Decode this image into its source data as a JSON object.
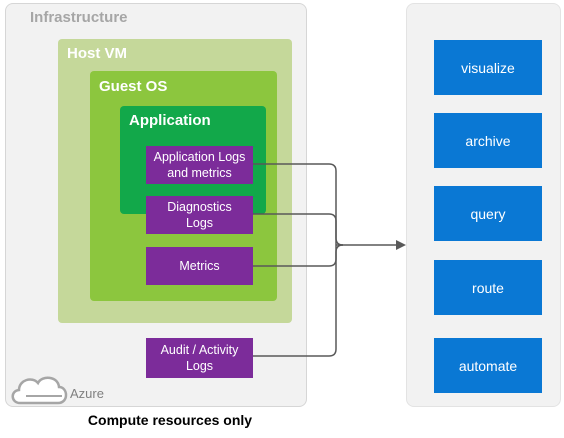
{
  "containers": {
    "infrastructure": "Infrastructure",
    "host_vm": "Host VM",
    "guest_os": "Guest OS",
    "application": "Application"
  },
  "log_sources": [
    "Application Logs\nand metrics",
    "Diagnostics\nLogs",
    "Metrics",
    "Audit / Activity\nLogs"
  ],
  "azure_label": "Azure",
  "caption": "Compute resources only",
  "actions": [
    "visualize",
    "archive",
    "query",
    "route",
    "automate"
  ],
  "colors": {
    "purple": "#7c2c9a",
    "blue": "#0a78d4",
    "dark_green": "#12a84a",
    "mid_green": "#8cc63e",
    "light_green": "#c5d89a"
  }
}
